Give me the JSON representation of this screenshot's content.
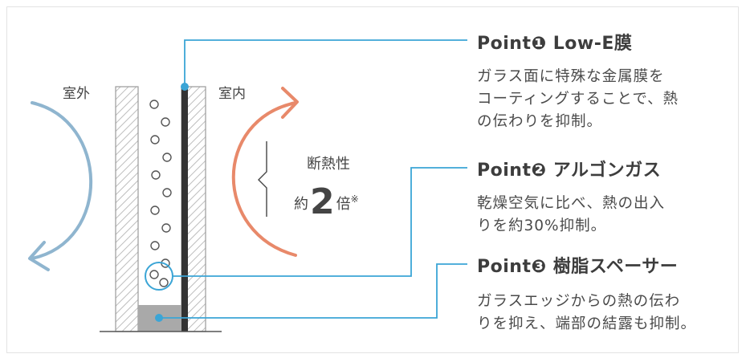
{
  "labels": {
    "outdoor": "室外",
    "indoor": "室内"
  },
  "insulation": {
    "title": "断熱性",
    "prefix": "約",
    "multiplier": "2",
    "suffix": "倍",
    "note_mark": "※"
  },
  "points": [
    {
      "title": "Point❶ Low-E膜",
      "description": "ガラス面に特殊な金属膜を\nコーティングすることで、熱\nの伝わりを抑制。"
    },
    {
      "title": "Point❷ アルゴンガス",
      "description": "乾燥空気に比べ、熱の出入\nりを約30%抑制。"
    },
    {
      "title": "Point❸ 樹脂スペーサー",
      "description": "ガラスエッジからの熱の伝わ\nりを抑え、端部の結露も抑制。"
    }
  ],
  "colors": {
    "outdoor_arrow": "#8fb5cf",
    "indoor_arrow": "#e8896a",
    "leader_line": "#3ba5d6",
    "lowe_layer": "#333333",
    "spacer": "#a9a9a9"
  }
}
